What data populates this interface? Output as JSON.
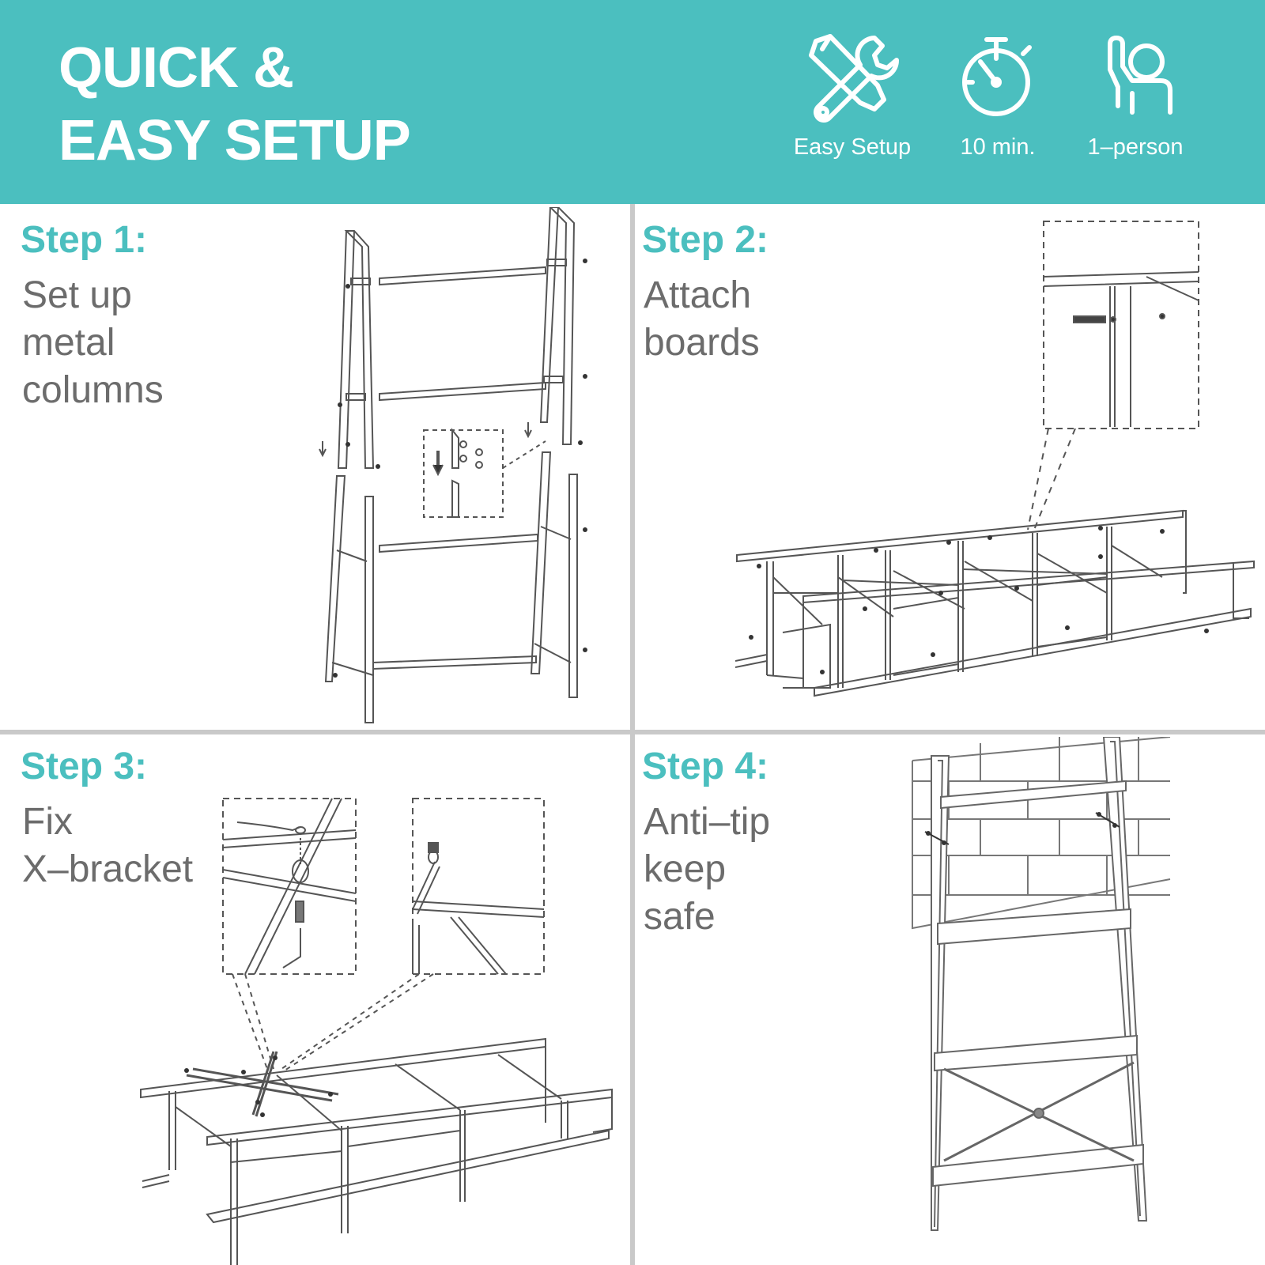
{
  "header": {
    "title_line1": "QUICK &",
    "title_line2": "EASY SETUP",
    "background_color": "#4bbfbf",
    "features": [
      {
        "icon": "tools-icon",
        "label": "Easy Setup"
      },
      {
        "icon": "stopwatch-icon",
        "label": "10 min."
      },
      {
        "icon": "person-icon",
        "label": "1–person"
      }
    ]
  },
  "steps": [
    {
      "title": "Step 1:",
      "lines": [
        "Set up",
        "metal",
        "columns"
      ],
      "illustration": "ladder-frame-assembly"
    },
    {
      "title": "Step 2:",
      "lines": [
        "Attach",
        "boards"
      ],
      "illustration": "board-attachment"
    },
    {
      "title": "Step 3:",
      "lines": [
        "Fix",
        "X–bracket"
      ],
      "illustration": "x-bracket-installation"
    },
    {
      "title": "Step 4:",
      "lines": [
        "Anti–tip",
        "keep",
        "safe"
      ],
      "illustration": "anti-tip-wall-mount"
    }
  ],
  "colors": {
    "accent": "#4bbfbf",
    "body_text": "#6c6c6c",
    "divider": "#c9c9c9"
  }
}
